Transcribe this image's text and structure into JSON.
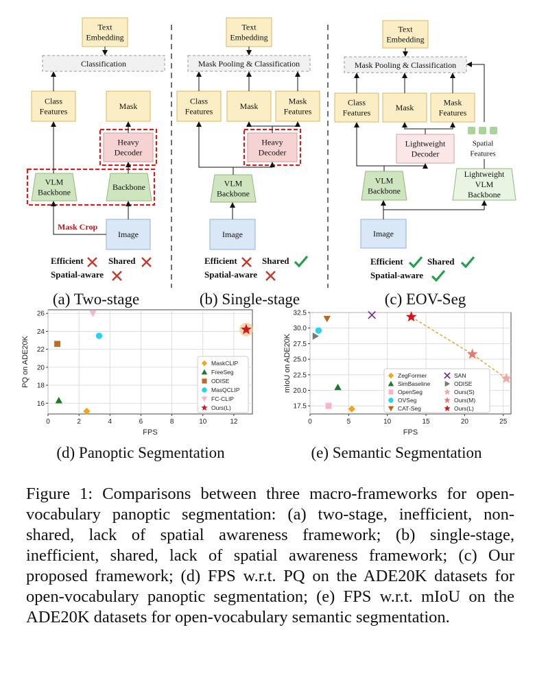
{
  "panels": {
    "a": {
      "text_embedding": "Text\nEmbedding",
      "classification": "Classification",
      "class_features": "Class\nFeatures",
      "mask": "Mask",
      "heavy_decoder": "Heavy\nDecoder",
      "vlm_backbone": "VLM\nBackbone",
      "backbone": "Backbone",
      "image": "Image",
      "mask_crop": "Mask Crop",
      "efficient": "Efficient",
      "shared": "Shared",
      "spatial_aware": "Spatial-aware",
      "checks": {
        "efficient": "cross",
        "shared": "cross",
        "spatial_aware": "cross"
      },
      "caption": "(a) Two-stage"
    },
    "b": {
      "text_embedding": "Text\nEmbedding",
      "classification": "Mask Pooling & Classification",
      "class_features": "Class\nFeatures",
      "mask": "Mask",
      "mask_features": "Mask\nFeatures",
      "heavy_decoder": "Heavy\nDecoder",
      "vlm_backbone": "VLM\nBackbone",
      "image": "Image",
      "efficient": "Efficient",
      "shared": "Shared",
      "spatial_aware": "Spatial-aware",
      "checks": {
        "efficient": "cross",
        "shared": "check",
        "spatial_aware": "cross"
      },
      "caption": "(b) Single-stage"
    },
    "c": {
      "text_embedding": "Text\nEmbedding",
      "classification": "Mask Pooling & Classification",
      "class_features": "Class\nFeatures",
      "mask": "Mask",
      "mask_features": "Mask\nFeatures",
      "lightweight_decoder": "Lightweight\nDecoder",
      "spatial_features": "Spatial\nFeatures",
      "vlm_backbone": "VLM\nBackbone",
      "lightweight_vlm_backbone": "Lightweight\nVLM\nBackbone",
      "image": "Image",
      "efficient": "Efficient",
      "shared": "Shared",
      "spatial_aware": "Spatial-aware",
      "checks": {
        "efficient": "check",
        "shared": "check",
        "spatial_aware": "check"
      },
      "caption": "(c) EOV-Seg"
    }
  },
  "colors": {
    "yellow_fill": "#fbeec5",
    "yellow_stroke": "#d9b760",
    "pink_fill": "#f6d3d3",
    "pink_stroke": "#d49a9a",
    "green_fill": "#cfe5c0",
    "green_stroke": "#8fb97a",
    "blue_fill": "#d9e7f6",
    "blue_stroke": "#8fb0d4",
    "dashed_red": "#d62020",
    "check_green": "#23a04a",
    "cross_red": "#c0392b"
  },
  "chart_data": [
    {
      "type": "scatter",
      "caption": "(d) Panoptic Segmentation",
      "xlabel": "FPS",
      "ylabel": "PQ on ADE20K",
      "xlim": [
        0,
        13.2
      ],
      "ylim": [
        14.8,
        26.4
      ],
      "xticks": [
        0,
        2,
        4,
        6,
        8,
        10,
        12
      ],
      "yticks": [
        16,
        18,
        20,
        22,
        24,
        26
      ],
      "grid": true,
      "legend_position": "right",
      "series": [
        {
          "name": "MaskCLIP",
          "marker": "diamond",
          "color": "#f3a51f",
          "x": 2.5,
          "y": 15.1
        },
        {
          "name": "FreeSeg",
          "marker": "triangle",
          "color": "#1c7a2c",
          "x": 0.7,
          "y": 16.3
        },
        {
          "name": "ODISE",
          "marker": "square",
          "color": "#c06a28",
          "x": 0.6,
          "y": 22.6
        },
        {
          "name": "MasQCLIP",
          "marker": "circle",
          "color": "#25d4ee",
          "x": 3.3,
          "y": 23.5
        },
        {
          "name": "FC-CLIP",
          "marker": "triangle-down",
          "color": "#f7b6c8",
          "x": 2.9,
          "y": 26.0
        },
        {
          "name": "Ours(L)",
          "marker": "star",
          "color": "#d4161c",
          "x": 12.8,
          "y": 24.2
        }
      ]
    },
    {
      "type": "scatter",
      "caption": "(e) Semantic Segmentation",
      "xlabel": "FPS",
      "ylabel": "mIoU on ADE20K",
      "xlim": [
        0,
        26
      ],
      "ylim": [
        16.2,
        32.5
      ],
      "xticks": [
        0,
        5,
        10,
        15,
        20,
        25
      ],
      "yticks": [
        17.5,
        20.0,
        22.5,
        25.0,
        27.5,
        30.0,
        32.5
      ],
      "grid": true,
      "legend_position": "lower-right",
      "series": [
        {
          "name": "ZegFormer",
          "marker": "diamond",
          "color": "#f3a51f",
          "x": 5.4,
          "y": 17.0
        },
        {
          "name": "SimBaseline",
          "marker": "triangle",
          "color": "#1c7a2c",
          "x": 3.6,
          "y": 20.5
        },
        {
          "name": "OpenSeg",
          "marker": "square",
          "color": "#f7b6c8",
          "x": 2.4,
          "y": 17.5
        },
        {
          "name": "OVSeg",
          "marker": "circle",
          "color": "#25d4ee",
          "x": 1.1,
          "y": 29.6
        },
        {
          "name": "CAT-Seg",
          "marker": "triangle-down",
          "color": "#c0651e",
          "x": 2.2,
          "y": 31.5
        },
        {
          "name": "SAN",
          "marker": "x",
          "color": "#7a1f8f",
          "x": 8.0,
          "y": 32.1
        },
        {
          "name": "ODISE",
          "marker": "triangle-right",
          "color": "#777777",
          "x": 0.7,
          "y": 28.7
        },
        {
          "name": "Ours(S)",
          "marker": "star",
          "color": "#f4a6a0",
          "x": 25.4,
          "y": 21.9
        },
        {
          "name": "Ours(M)",
          "marker": "star",
          "color": "#e97a6e",
          "x": 21.0,
          "y": 25.8
        },
        {
          "name": "Ours(L)",
          "marker": "star",
          "color": "#d4161c",
          "x": 13.1,
          "y": 31.8
        }
      ]
    }
  ],
  "figure_caption": "Figure 1: Comparisons between three macro-frameworks for open-vocabulary panoptic segmentation: (a) two-stage, inefficient, non-shared, lack of spatial awareness framework; (b) single-stage, inefficient, shared, lack of spatial awareness framework; (c) Our proposed framework; (d) FPS w.r.t. PQ on the ADE20K datasets for open-vocabulary panoptic segmentation; (e) FPS w.r.t. mIoU on the ADE20K datasets for open-vocabulary semantic segmentation."
}
